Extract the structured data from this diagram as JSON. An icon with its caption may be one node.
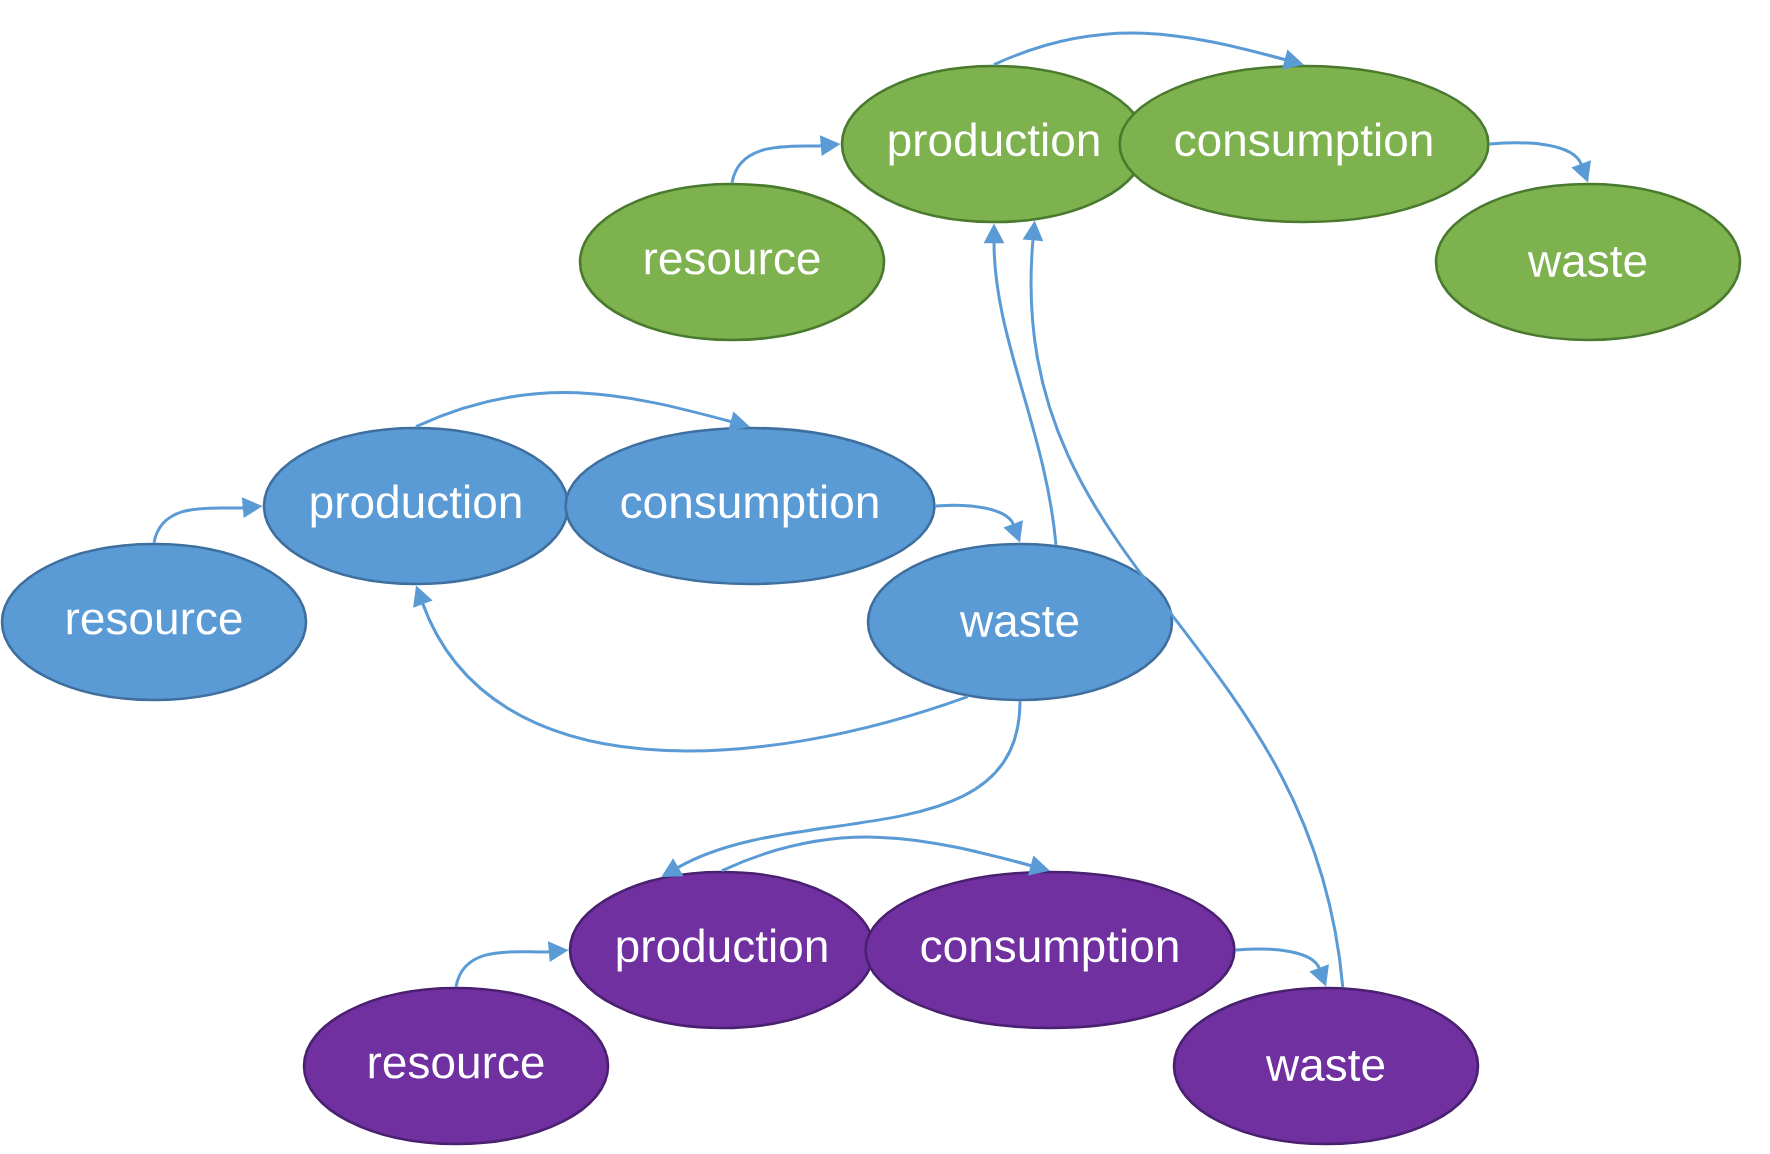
{
  "diagram": {
    "nodes": [
      {
        "text": [
          "production"
        ]
      },
      {
        "text": [
          "consumption"
        ]
      },
      {
        "text": [
          "resource"
        ]
      },
      {
        "text": [
          "waste"
        ]
      },
      {
        "text": [
          "production"
        ]
      },
      {
        "text": [
          "consumption"
        ]
      },
      {
        "text": [
          "resource"
        ]
      },
      {
        "text": [
          "waste"
        ]
      },
      {
        "text": [
          "production"
        ]
      },
      {
        "text": [
          "consumption"
        ]
      },
      {
        "text": [
          "resource"
        ]
      },
      {
        "text": [
          "waste"
        ]
      }
    ],
    "edges": [
      {
        "from": 2,
        "to": 0,
        "arrow": "to"
      },
      {
        "from": 0,
        "to": 1,
        "arrow": "to"
      },
      {
        "from": 1,
        "to": 3,
        "arrow": "to"
      },
      {
        "from": 6,
        "to": 4,
        "arrow": "to"
      },
      {
        "from": 4,
        "to": 5,
        "arrow": "to"
      },
      {
        "from": 5,
        "to": 7,
        "arrow": "to"
      },
      {
        "from": 7,
        "to": 4,
        "arrow": "to"
      },
      {
        "from": 7,
        "to": 0,
        "arrow": "to"
      },
      {
        "from": 7,
        "to": 8,
        "arrow": "to"
      },
      {
        "from": 10,
        "to": 8,
        "arrow": "to"
      },
      {
        "from": 8,
        "to": 9,
        "arrow": "to"
      },
      {
        "from": 9,
        "to": 11,
        "arrow": "to"
      },
      {
        "from": 11,
        "to": 0,
        "arrow": "to"
      }
    ]
  }
}
